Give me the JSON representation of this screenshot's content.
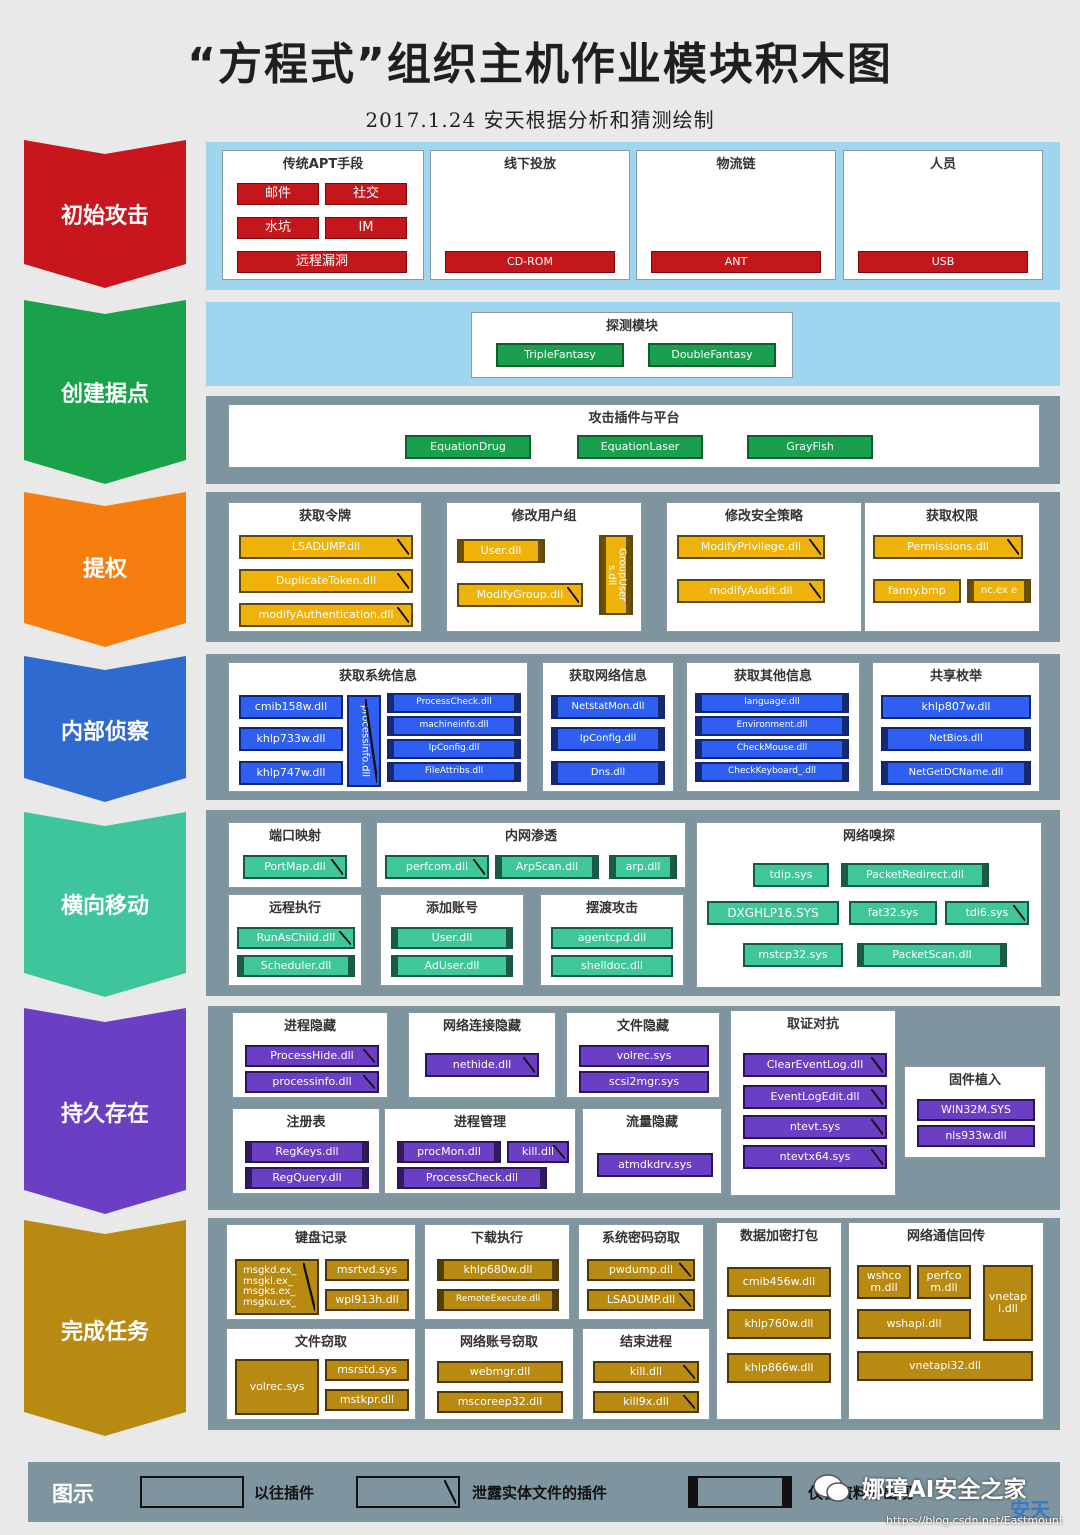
{
  "title": "“方程式”组织主机作业模块积木图",
  "subtitle": "2017.1.24 安天根据分析和猜测绘制",
  "stages": [
    "初始攻击",
    "创建据点",
    "提权",
    "内部侦察",
    "横向移动",
    "持久存在",
    "完成任务"
  ],
  "stage_colors": [
    "#c8161d",
    "#1aa24a",
    "#f57e0e",
    "#2f6ad1",
    "#3ec59b",
    "#6a3fc4",
    "#b98a12"
  ],
  "initial": {
    "apt_title": "传统APT手段",
    "apt_items": [
      "邮件",
      "社交",
      "水坑",
      "IM",
      "远程漏洞"
    ],
    "offline_title": "线下投放",
    "offline_item": "CD-ROM",
    "logistics_title": "物流链",
    "logistics_item": "ANT",
    "personnel_title": "人员",
    "personnel_item": "USB"
  },
  "foothold": {
    "probe_title": "探测模块",
    "probe_items": [
      "TripleFantasy",
      "DoubleFantasy"
    ],
    "platform_title": "攻击插件与平台",
    "platform_items": [
      "EquationDrug",
      "EquationLaser",
      "GrayFish"
    ]
  },
  "escalation": {
    "token_title": "获取令牌",
    "token_items": [
      "LSADUMP.dll",
      "DuplicateToken.dll",
      "modifyAuthentication.dll"
    ],
    "group_title": "修改用户组",
    "group_items": [
      "User.dll",
      "ModifyGroup.dll",
      "GroupUser s.dll"
    ],
    "policy_title": "修改安全策略",
    "policy_items": [
      "ModifyPrivilege.dll",
      "modifyAudit.dll"
    ],
    "perm_title": "获取权限",
    "perm_items": [
      "Permissions.dll",
      "fanny.bmp",
      "nc.ex e"
    ]
  },
  "recon": {
    "sys_title": "获取系统信息",
    "sys_left": [
      "cmib158w.dll",
      "khlp733w.dll",
      "khlp747w.dll"
    ],
    "sys_vertical": "processinfo.dll",
    "sys_right": [
      "ProcessCheck.dll",
      "machineinfo.dll",
      "IpConfig.dll",
      "FileAttribs.dll"
    ],
    "net_title": "获取网络信息",
    "net_items": [
      "NetstatMon.dll",
      "IpConfig.dll",
      "Dns.dll"
    ],
    "other_title": "获取其他信息",
    "other_items": [
      "language.dll",
      "Environment.dll",
      "CheckMouse.dll",
      "CheckKeyboard_.dll"
    ],
    "share_title": "共享枚举",
    "share_items": [
      "khlp807w.dll",
      "NetBios.dll",
      "NetGetDCName.dll"
    ]
  },
  "lateral": {
    "port_title": "端口映射",
    "port_items": [
      "PortMap.dll"
    ],
    "intranet_title": "内网渗透",
    "intranet_items": [
      "perfcom.dll",
      "ArpScan.dll",
      "arp.dll"
    ],
    "sniff_title": "网络嗅探",
    "sniff_items": [
      "tdip.sys",
      "PacketRedirect.dll",
      "DXGHLP16.SYS",
      "fat32.sys",
      "tdi6.sys",
      "mstcp32.sys",
      "PacketScan.dll"
    ],
    "remote_title": "远程执行",
    "remote_items": [
      "RunAsChild.dll",
      "Scheduler.dll"
    ],
    "account_title": "添加账号",
    "account_items": [
      "User.dll",
      "AdUser.dll"
    ],
    "ferry_title": "摆渡攻击",
    "ferry_items": [
      "agentcpd.dll",
      "shelldoc.dll"
    ]
  },
  "persist": {
    "proc_title": "进程隐藏",
    "proc_items": [
      "ProcessHide.dll",
      "processinfo.dll"
    ],
    "netconn_title": "网络连接隐藏",
    "netconn_items": [
      "nethide.dll"
    ],
    "file_title": "文件隐藏",
    "file_items": [
      "volrec.sys",
      "scsi2mgr.sys"
    ],
    "forensic_title": "取证对抗",
    "forensic_items": [
      "ClearEventLog.dll",
      "EventLogEdit.dll",
      "ntevt.sys",
      "ntevtx64.sys"
    ],
    "firmware_title": "固件植入",
    "firmware_items": [
      "WIN32M.SYS",
      "nls933w.dll"
    ],
    "reg_title": "注册表",
    "reg_items": [
      "RegKeys.dll",
      "RegQuery.dll"
    ],
    "pm_title": "进程管理",
    "pm_items": [
      "procMon.dll",
      "kill.dll",
      "ProcessCheck.dll"
    ],
    "flow_title": "流量隐藏",
    "flow_items": [
      "atmdkdrv.sys"
    ]
  },
  "complete": {
    "kb_title": "键盘记录",
    "kb_items": [
      "msgkd.ex_ msgkl.ex_ msgks.ex_ msgku.ex_",
      "msrtvd.sys",
      "wpl913h.dll"
    ],
    "dl_title": "下载执行",
    "dl_items": [
      "khlp680w.dll",
      "RemoteExecute.dll"
    ],
    "pwd_title": "系统密码窃取",
    "pwd_items": [
      "pwdump.dll",
      "LSADUMP.dll"
    ],
    "enc_title": "数据加密打包",
    "enc_items": [
      "cmib456w.dll",
      "khlp760w.dll",
      "khlp866w.dll"
    ],
    "comm_title": "网络通信回传",
    "comm_items": [
      "wshco m.dll",
      "perfco m.dll",
      "vnetap i.dll",
      "wshapi.dll",
      "vnetapi32.dll"
    ],
    "fs_title": "文件窃取",
    "fs_items": [
      "volrec.sys",
      "msrstd.sys",
      "mstkpr.dll"
    ],
    "acct_title": "网络账号窃取",
    "acct_items": [
      "webmgr.dll",
      "mscoreep32.dll"
    ],
    "end_title": "结束进程",
    "end_items": [
      "kill.dll",
      "kill9x.dll"
    ]
  },
  "legend": {
    "label": "图示",
    "items": [
      "以往插件",
      "泄露实体文件的插件",
      "仅在资料中出现"
    ]
  },
  "watermark": {
    "text": "娜璋AI安全之家",
    "url": "https://blog.csdn.net/Eastmount",
    "brand": "安天"
  }
}
